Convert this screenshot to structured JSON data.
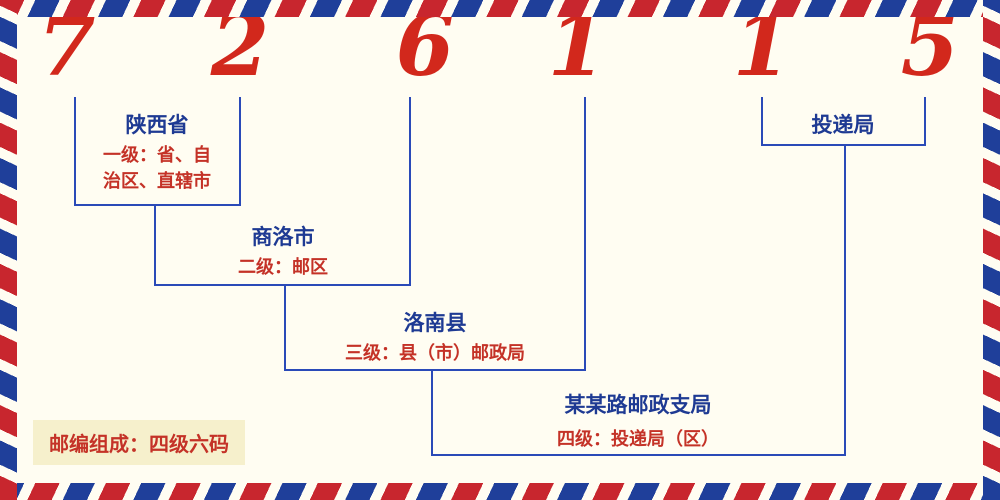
{
  "postal_code": {
    "code": "726115",
    "digits": [
      "7",
      "2",
      "6",
      "1",
      "1",
      "5"
    ]
  },
  "levels": [
    {
      "name": "陕西省",
      "desc": "一级：省、自治区、直辖市"
    },
    {
      "name": "商洛市",
      "desc": "二级：邮区"
    },
    {
      "name": "洛南县",
      "desc": "三级：县（市）邮政局"
    },
    {
      "name": "某某路邮政支局",
      "desc": "四级：投递局（区）"
    },
    {
      "name": "投递局",
      "desc": ""
    }
  ],
  "footer": {
    "composition_label": "邮编组成：四级六码"
  },
  "colors": {
    "digit_red": "#d2281c",
    "label_blue": "#1e3a93",
    "desc_red": "#c43227",
    "line_blue": "#2a4ab8",
    "border_red": "#c8262e",
    "border_blue": "#1f3f9a",
    "background": "#fffdf2",
    "note_background": "#f6f0cc"
  }
}
